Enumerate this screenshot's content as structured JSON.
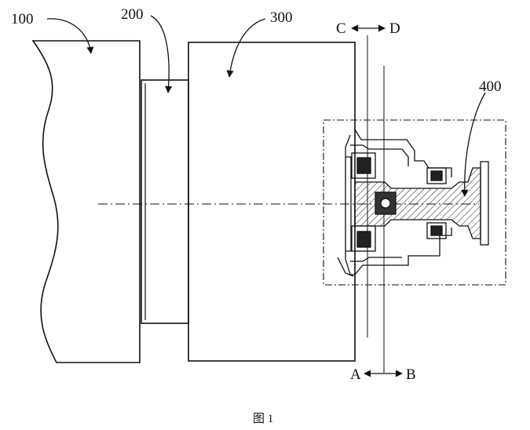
{
  "labels": {
    "part_100": "100",
    "part_200": "200",
    "part_300": "300",
    "part_400": "400",
    "section_a": "A",
    "section_b": "B",
    "section_c": "C",
    "section_d": "D"
  },
  "caption": "图 1"
}
